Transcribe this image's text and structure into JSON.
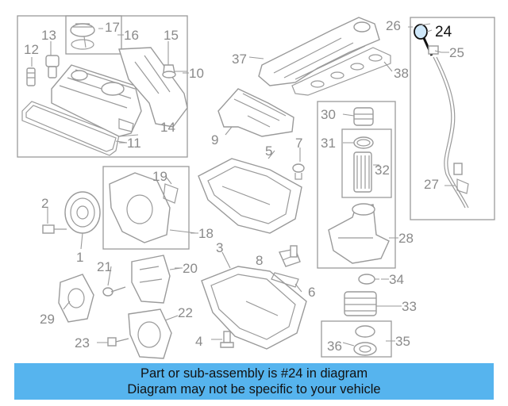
{
  "banner": {
    "line1": "Part or sub-assembly is #24 in diagram",
    "line2": "Diagram may not be specific to your vehicle"
  },
  "highlight_color": "#56b4ee",
  "callouts": {
    "c1": "1",
    "c2": "2",
    "c3": "3",
    "c4": "4",
    "c5": "5",
    "c6": "6",
    "c7": "7",
    "c8": "8",
    "c9": "9",
    "c10": "10",
    "c11": "11",
    "c12": "12",
    "c13": "13",
    "c14": "14",
    "c15": "15",
    "c16": "16",
    "c17": "17",
    "c18": "18",
    "c19": "19",
    "c20": "20",
    "c21": "21",
    "c22": "22",
    "c23": "23",
    "c24": "24",
    "c25": "25",
    "c26": "26",
    "c27": "27",
    "c28": "28",
    "c29": "29",
    "c30": "30",
    "c31": "31",
    "c32": "32",
    "c33": "33",
    "c34": "34",
    "c35": "35",
    "c36": "36",
    "c37": "37",
    "c38": "38"
  }
}
